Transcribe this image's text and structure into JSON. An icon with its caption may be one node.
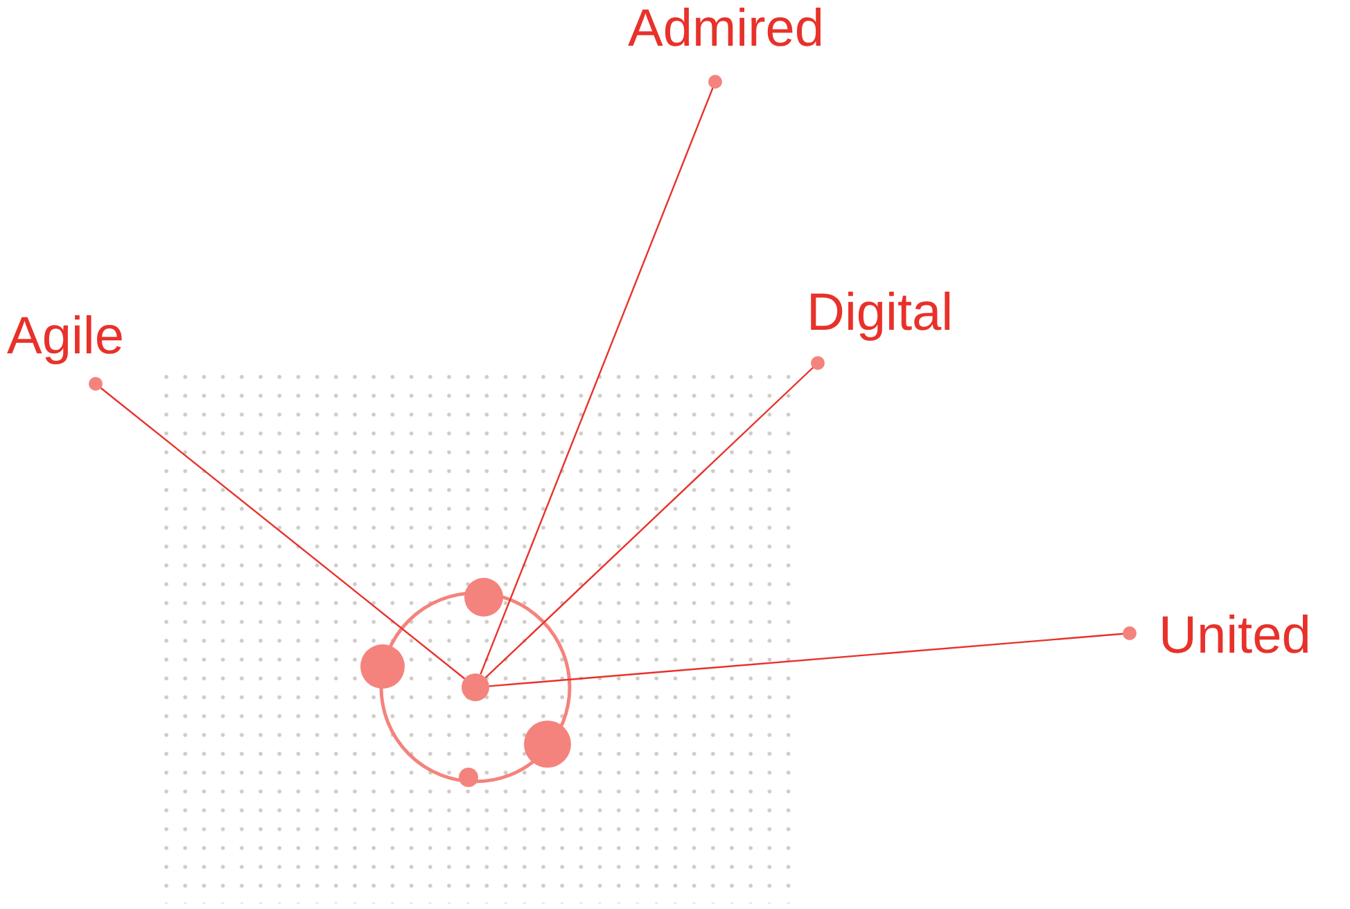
{
  "diagram": {
    "nodes": [
      {
        "text": [
          "Admired"
        ]
      },
      {
        "text": [
          "Agile"
        ]
      },
      {
        "text": [
          "Digital"
        ]
      },
      {
        "text": [
          "United"
        ]
      },
      {
        "text": [],
        "shape": "circle"
      }
    ],
    "edges": [
      {
        "from": 4,
        "to": 0,
        "arrow": "other"
      },
      {
        "from": 4,
        "to": 1,
        "arrow": "other"
      },
      {
        "from": 4,
        "to": 2,
        "arrow": "other"
      },
      {
        "from": 4,
        "to": 3,
        "arrow": "other"
      }
    ]
  }
}
